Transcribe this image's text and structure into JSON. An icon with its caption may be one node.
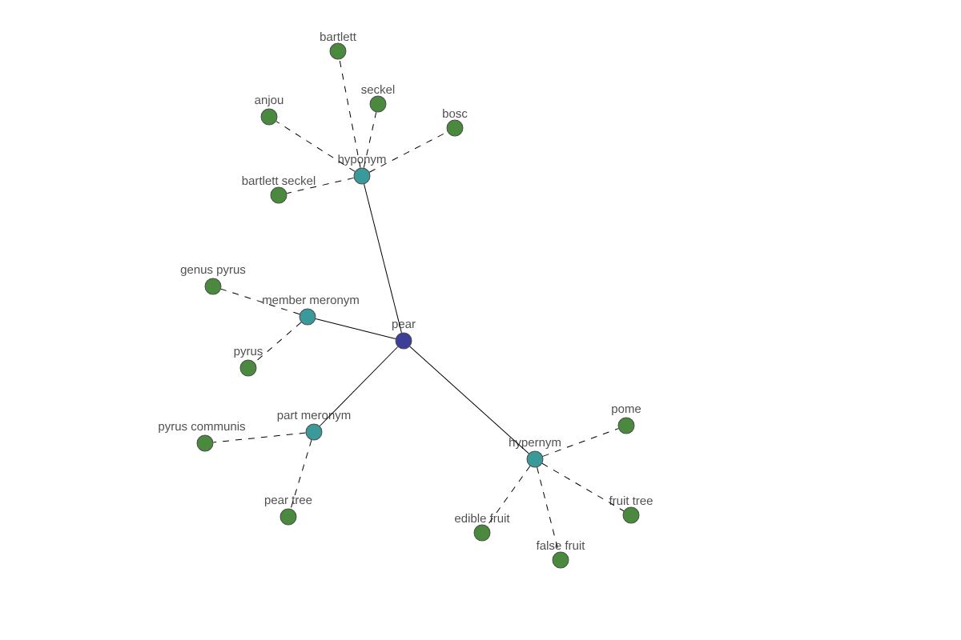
{
  "diagram": {
    "nodes": [
      {
        "text": [
          "pear"
        ]
      },
      {
        "text": [
          "hyponym"
        ]
      },
      {
        "text": [
          "member meronym"
        ]
      },
      {
        "text": [
          "part meronym"
        ]
      },
      {
        "text": [
          "hypernym"
        ]
      },
      {
        "text": [
          "bartlett"
        ]
      },
      {
        "text": [
          "seckel"
        ]
      },
      {
        "text": [
          "anjou"
        ]
      },
      {
        "text": [
          "bosc"
        ]
      },
      {
        "text": [
          "bartlett seckel"
        ]
      },
      {
        "text": [
          "genus pyrus"
        ]
      },
      {
        "text": [
          "pyrus"
        ]
      },
      {
        "text": [
          "pyrus communis"
        ]
      },
      {
        "text": [
          "pear tree"
        ]
      },
      {
        "text": [
          "pome"
        ]
      },
      {
        "text": [
          "fruit tree"
        ]
      },
      {
        "text": [
          "edible fruit"
        ]
      },
      {
        "text": [
          "false fruit"
        ]
      }
    ],
    "edges": [
      {
        "from": 0,
        "to": 1,
        "arrow": "none"
      },
      {
        "from": 0,
        "to": 2,
        "arrow": "none"
      },
      {
        "from": 0,
        "to": 3,
        "arrow": "none"
      },
      {
        "from": 0,
        "to": 4,
        "arrow": "none"
      },
      {
        "from": 1,
        "to": 5,
        "arrow": "none",
        "style": "dashed"
      },
      {
        "from": 1,
        "to": 6,
        "arrow": "none",
        "style": "dashed"
      },
      {
        "from": 1,
        "to": 7,
        "arrow": "none",
        "style": "dashed"
      },
      {
        "from": 1,
        "to": 8,
        "arrow": "none",
        "style": "dashed"
      },
      {
        "from": 1,
        "to": 9,
        "arrow": "none",
        "style": "dashed"
      },
      {
        "from": 2,
        "to": 10,
        "arrow": "none",
        "style": "dashed"
      },
      {
        "from": 2,
        "to": 11,
        "arrow": "none",
        "style": "dashed"
      },
      {
        "from": 3,
        "to": 12,
        "arrow": "none",
        "style": "dashed"
      },
      {
        "from": 3,
        "to": 13,
        "arrow": "none",
        "style": "dashed"
      },
      {
        "from": 4,
        "to": 14,
        "arrow": "none",
        "style": "dashed"
      },
      {
        "from": 4,
        "to": 15,
        "arrow": "none",
        "style": "dashed"
      },
      {
        "from": 4,
        "to": 16,
        "arrow": "none",
        "style": "dashed"
      },
      {
        "from": 4,
        "to": 17,
        "arrow": "none",
        "style": "dashed"
      }
    ]
  }
}
